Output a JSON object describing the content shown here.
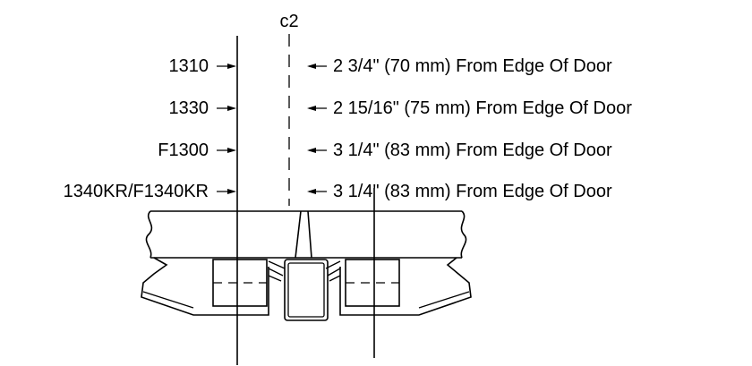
{
  "drawing": {
    "label_top": "c2",
    "rows": [
      {
        "model": "1310",
        "dimension": "2 3/4\" (70 mm) From Edge Of Door"
      },
      {
        "model": "1330",
        "dimension": "2 15/16\" (75 mm) From Edge Of Door"
      },
      {
        "model": "F1300",
        "dimension": "3 1/4\" (83 mm) From Edge Of Door"
      },
      {
        "model": "1340KR/F1340KR",
        "dimension": "3 1/4\" (83 mm) From Edge Of Door"
      }
    ]
  }
}
